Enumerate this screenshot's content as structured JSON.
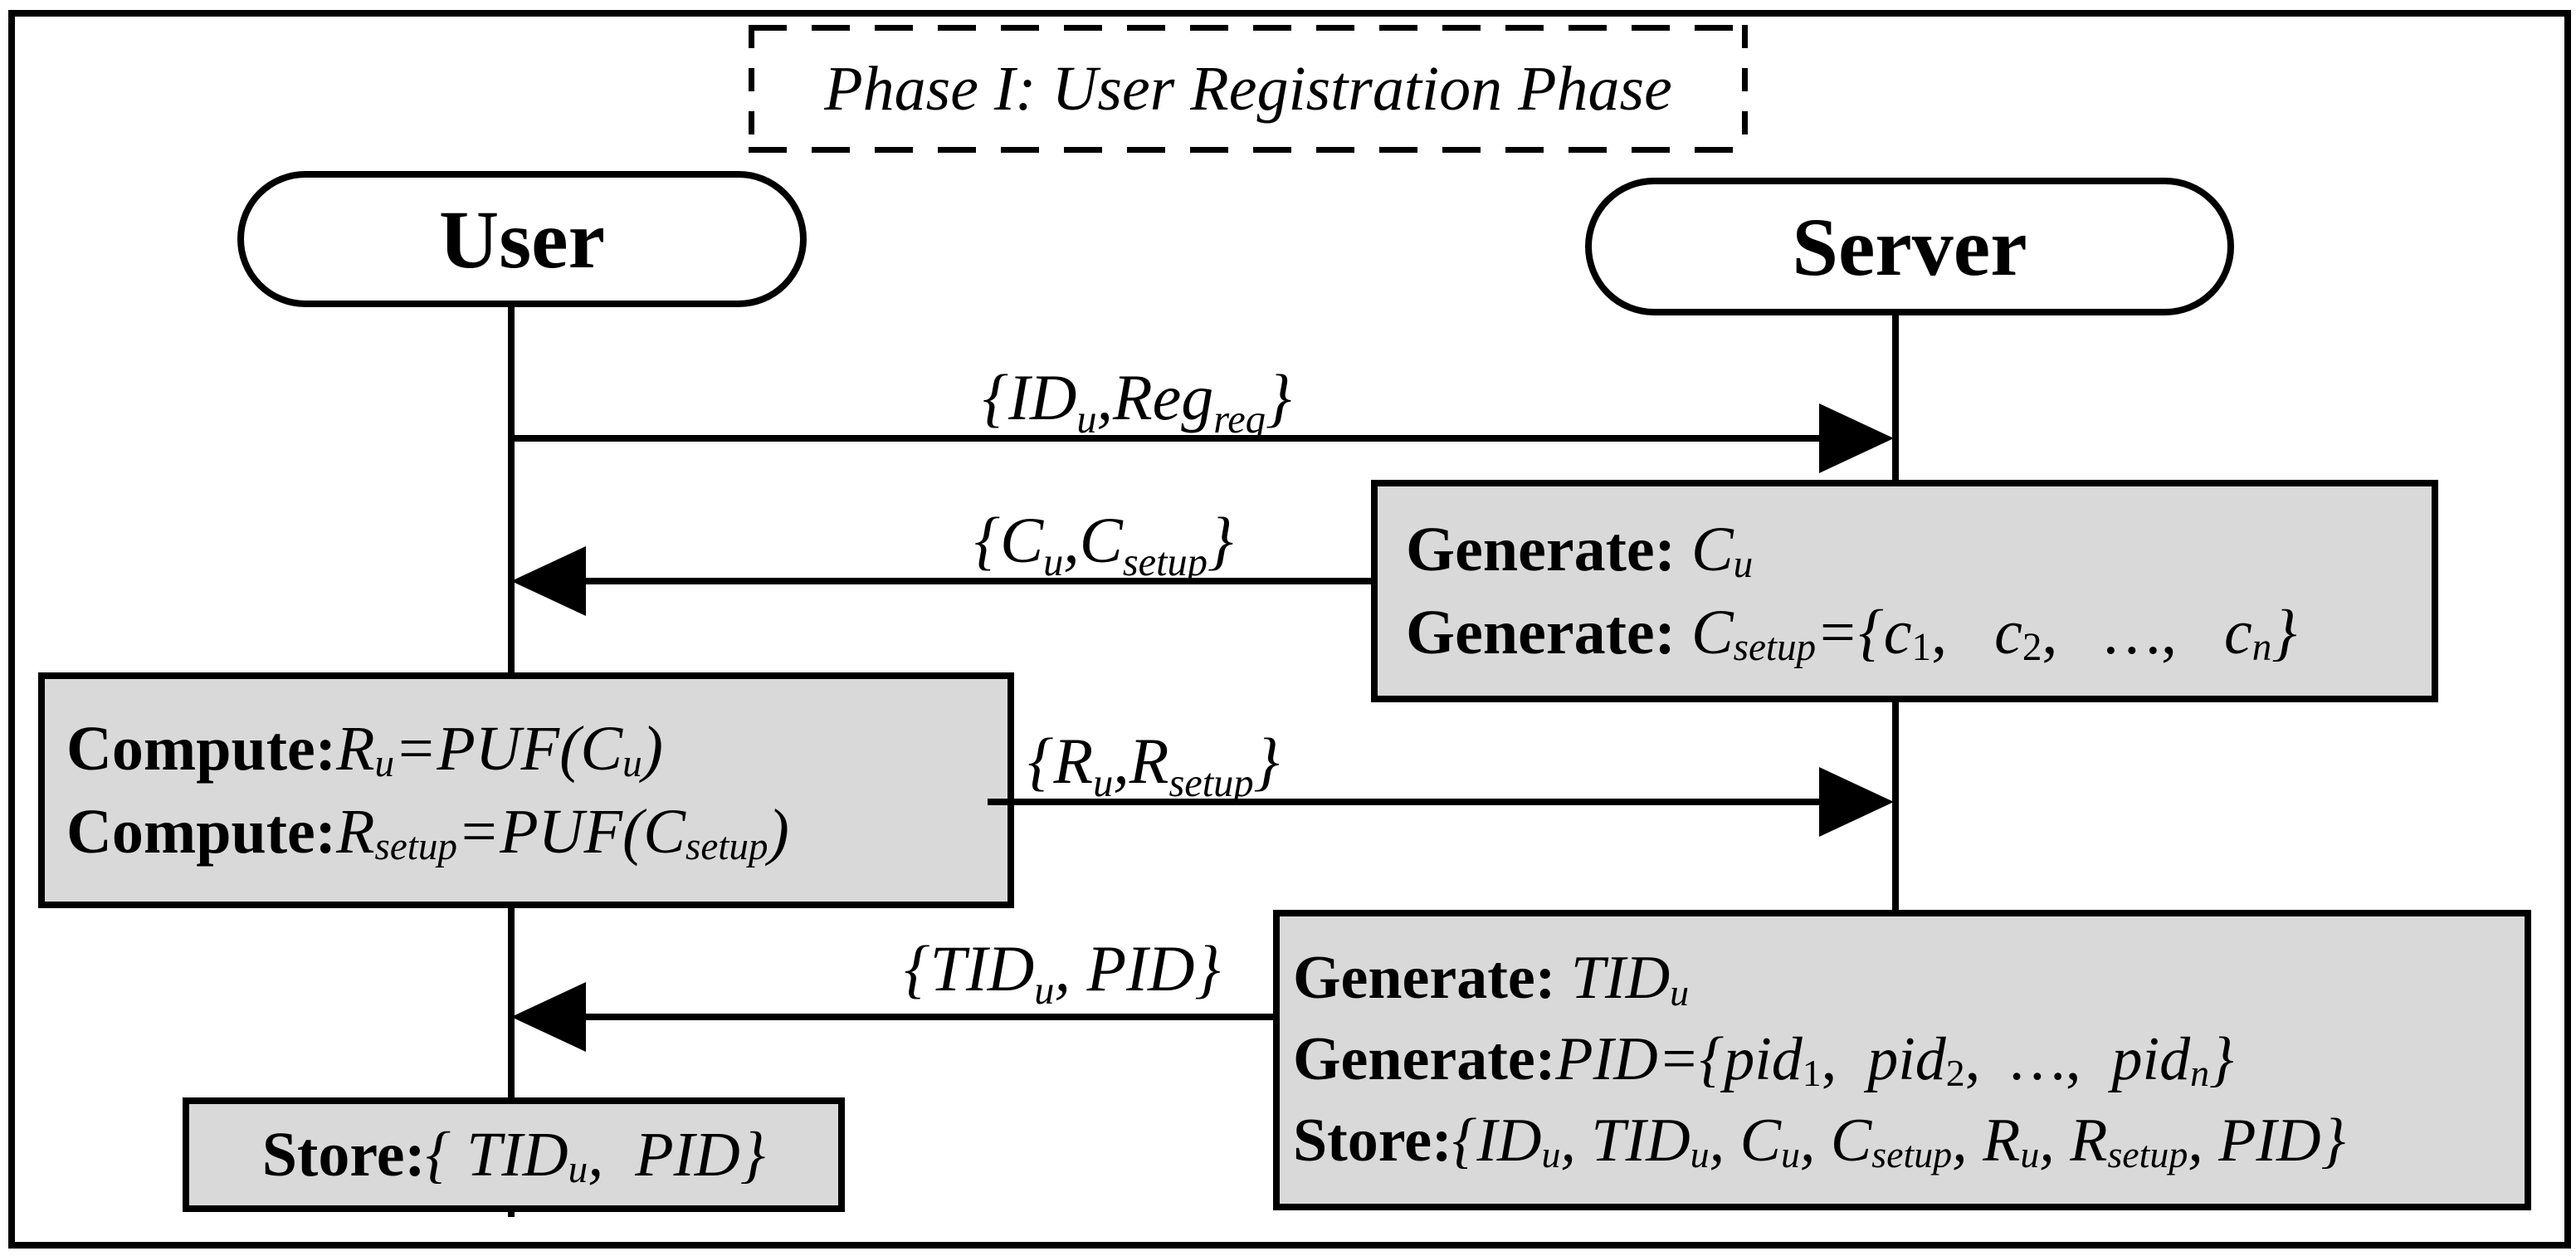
{
  "colors": {
    "box_fill": "#d9d9d9",
    "line": "#000000",
    "background": "#ffffff"
  },
  "title": {
    "text": "Phase I: User Registration Phase"
  },
  "actors": {
    "user": "User",
    "server": "Server"
  },
  "messages": {
    "m1": [
      {
        "t": "{ID",
        "c": "i"
      },
      {
        "t": "u",
        "c": "s"
      },
      {
        "t": ", ",
        "c": "i"
      },
      {
        "t": "Reg",
        "c": "i"
      },
      {
        "t": "req",
        "c": "s"
      },
      {
        "t": "}",
        "c": "i"
      }
    ],
    "m2": [
      {
        "t": "{C",
        "c": "i"
      },
      {
        "t": "u",
        "c": "s"
      },
      {
        "t": ", ",
        "c": "i"
      },
      {
        "t": "C",
        "c": "i"
      },
      {
        "t": "setup",
        "c": "s"
      },
      {
        "t": "}",
        "c": "i"
      }
    ],
    "m3": [
      {
        "t": "{R",
        "c": "i"
      },
      {
        "t": "u",
        "c": "s"
      },
      {
        "t": ", ",
        "c": "i"
      },
      {
        "t": "R",
        "c": "i"
      },
      {
        "t": "setup",
        "c": "s"
      },
      {
        "t": "}",
        "c": "i"
      }
    ],
    "m4": [
      {
        "t": "{TID",
        "c": "i"
      },
      {
        "t": "u",
        "c": "s"
      },
      {
        "t": ",  ",
        "c": "i"
      },
      {
        "t": "PID",
        "c": "i"
      },
      {
        "t": "}",
        "c": "i"
      }
    ]
  },
  "boxes": {
    "server_generate": {
      "line1": [
        {
          "t": "Generate: ",
          "c": "b"
        },
        {
          "t": "C",
          "c": "i"
        },
        {
          "t": "u",
          "c": "s"
        }
      ],
      "line2": [
        {
          "t": "Generate: ",
          "c": "b"
        },
        {
          "t": "C",
          "c": "i"
        },
        {
          "t": "setup",
          "c": "s"
        },
        {
          "t": "={c",
          "c": "i"
        },
        {
          "t": "1",
          "c": "sn"
        },
        {
          "t": ",  ",
          "c": "n"
        },
        {
          "t": " c",
          "c": "i"
        },
        {
          "t": "2",
          "c": "sn"
        },
        {
          "t": ",  ",
          "c": "n"
        },
        {
          "t": " …",
          "c": "i"
        },
        {
          "t": ",  ",
          "c": "n"
        },
        {
          "t": " c",
          "c": "i"
        },
        {
          "t": "n",
          "c": "s"
        },
        {
          "t": "}",
          "c": "i"
        }
      ]
    },
    "user_compute": {
      "line1": [
        {
          "t": "Compute:",
          "c": "b"
        },
        {
          "t": "R",
          "c": "i"
        },
        {
          "t": "u",
          "c": "s"
        },
        {
          "t": "=PUF(C",
          "c": "i"
        },
        {
          "t": "u",
          "c": "s"
        },
        {
          "t": ")",
          "c": "i"
        }
      ],
      "line2": [
        {
          "t": "Compute:",
          "c": "b"
        },
        {
          "t": "R",
          "c": "i"
        },
        {
          "t": "setup",
          "c": "s"
        },
        {
          "t": "=PUF(C",
          "c": "i"
        },
        {
          "t": "setup",
          "c": "s"
        },
        {
          "t": ")",
          "c": "i"
        }
      ]
    },
    "server_generate_store": {
      "line1": [
        {
          "t": "Generate: ",
          "c": "b"
        },
        {
          "t": "TID",
          "c": "i"
        },
        {
          "t": "u",
          "c": "s"
        }
      ],
      "line2": [
        {
          "t": "Generate:",
          "c": "b"
        },
        {
          "t": "PID",
          "c": "i"
        },
        {
          "t": "={pid",
          "c": "i"
        },
        {
          "t": "1",
          "c": "sn"
        },
        {
          "t": ",  ",
          "c": "n"
        },
        {
          "t": "pid",
          "c": "i"
        },
        {
          "t": "2",
          "c": "sn"
        },
        {
          "t": ",  ",
          "c": "n"
        },
        {
          "t": "…",
          "c": "i"
        },
        {
          "t": ",  ",
          "c": "n"
        },
        {
          "t": "pid",
          "c": "i"
        },
        {
          "t": "n",
          "c": "s"
        },
        {
          "t": "}",
          "c": "i"
        }
      ],
      "line3": [
        {
          "t": "Store:",
          "c": "b"
        },
        {
          "t": "{ID",
          "c": "i"
        },
        {
          "t": "u",
          "c": "s"
        },
        {
          "t": ", ",
          "c": "i"
        },
        {
          "t": "TID",
          "c": "i"
        },
        {
          "t": "u",
          "c": "s"
        },
        {
          "t": ", ",
          "c": "i"
        },
        {
          "t": "C",
          "c": "i"
        },
        {
          "t": "u",
          "c": "s"
        },
        {
          "t": ", ",
          "c": "i"
        },
        {
          "t": "C",
          "c": "i"
        },
        {
          "t": "setup",
          "c": "s"
        },
        {
          "t": ", ",
          "c": "i"
        },
        {
          "t": "R",
          "c": "i"
        },
        {
          "t": "u",
          "c": "s"
        },
        {
          "t": ", ",
          "c": "i"
        },
        {
          "t": "R",
          "c": "i"
        },
        {
          "t": "setup",
          "c": "s"
        },
        {
          "t": ", ",
          "c": "i"
        },
        {
          "t": "PID",
          "c": "i"
        },
        {
          "t": "}",
          "c": "i"
        }
      ]
    },
    "user_store": {
      "line1": [
        {
          "t": "Store:",
          "c": "b"
        },
        {
          "t": "{ ",
          "c": "i"
        },
        {
          "t": "TID",
          "c": "i"
        },
        {
          "t": "u",
          "c": "s"
        },
        {
          "t": ",  ",
          "c": "i"
        },
        {
          "t": "PID",
          "c": "i"
        },
        {
          "t": "}",
          "c": "i"
        }
      ]
    }
  }
}
